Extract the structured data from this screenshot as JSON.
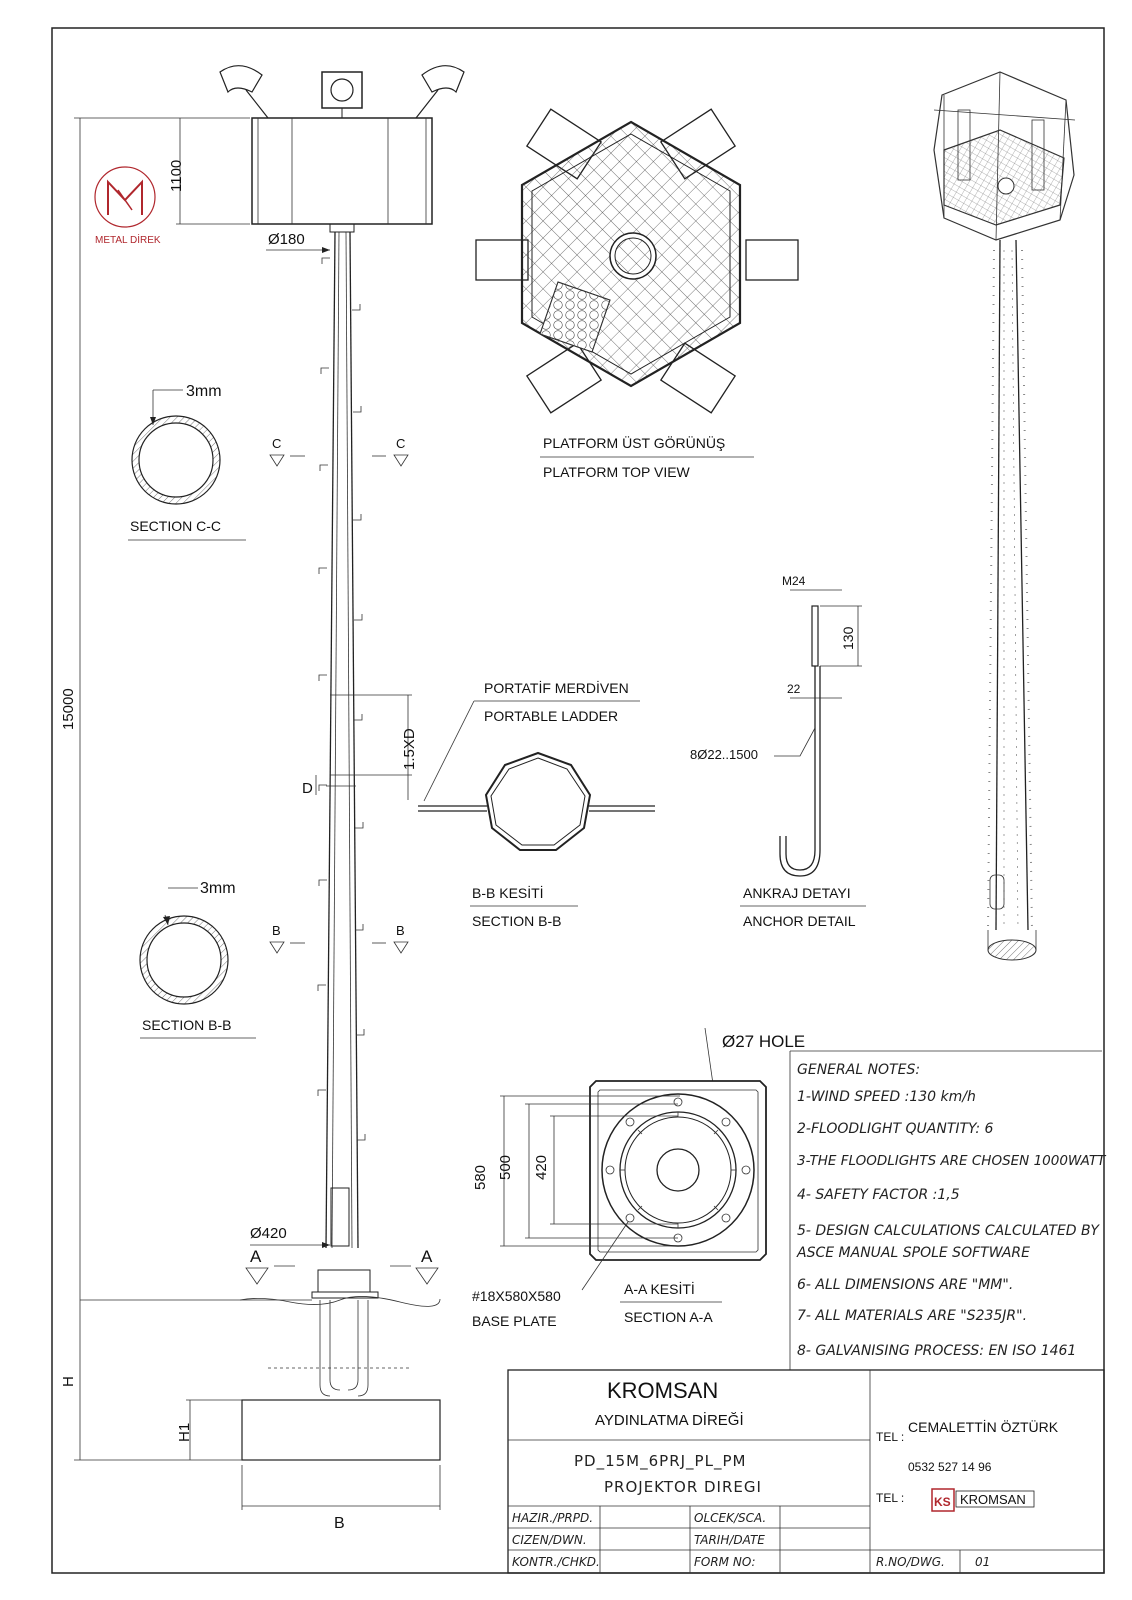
{
  "logo": {
    "text": "METAL DİREK",
    "color": "#b0272d"
  },
  "pole": {
    "height": "15000",
    "platform_height": "1100",
    "top_diameter": "Ø180",
    "base_diameter": "Ø420",
    "ladder_spacing": "1.5XD",
    "d_label": "D",
    "h_label": "H",
    "h1_label": "H1",
    "b_label": "B",
    "section_c_mark": "C",
    "section_b_mark": "B",
    "section_a_mark": "A"
  },
  "section_cc": {
    "thickness": "3mm",
    "title": "SECTION C-C"
  },
  "section_bb": {
    "thickness": "3mm",
    "title": "SECTION B-B"
  },
  "platform": {
    "title_tr": "PLATFORM ÜST GÖRÜNÜŞ",
    "title_en": "PLATFORM TOP VIEW"
  },
  "ladder": {
    "title_tr": "PORTATİF MERDİVEN",
    "title_en": "PORTABLE LADDER"
  },
  "bb_cut": {
    "title_tr": "B-B KESİTİ",
    "title_en": "SECTION B-B"
  },
  "anchor": {
    "thread": "M24",
    "thread_length": "130",
    "rod_diameter": "22",
    "spec": "8Ø22..1500",
    "title_tr": "ANKRAJ DETAYI",
    "title_en": "ANCHOR DETAIL"
  },
  "base_plate": {
    "hole": "Ø27 HOLE",
    "dim_580": "580",
    "dim_500": "500",
    "dim_420": "420",
    "plate_spec": "#18X580X580",
    "plate_label": "BASE PLATE",
    "title_tr": "A-A KESİTİ",
    "title_en": "SECTION A-A"
  },
  "notes": {
    "title": "GENERAL NOTES:",
    "items": [
      "1-WIND SPEED :130 km/h",
      "2-FLOODLIGHT QUANTITY: 6",
      "3-THE FLOODLIGHTS ARE CHOSEN 1000WATT",
      "4- SAFETY FACTOR :1,5",
      "5- DESIGN CALCULATIONS CALCULATED BY",
      "ASCE MANUAL SPOLE SOFTWARE",
      "6- ALL DIMENSIONS ARE \"MM\".",
      "7- ALL MATERIALS ARE \"S235JR\".",
      "8- GALVANISING PROCESS: EN ISO 1461"
    ]
  },
  "title_block": {
    "company": "KROMSAN",
    "product": "AYDINLATMA DİREĞİ",
    "code": "PD_15M_6PRJ_PL_PM",
    "description": "PROJEKTOR DIREGI",
    "prepared": "HAZIR./PRPD.",
    "drawn": "CIZEN/DWN.",
    "checked": "KONTR./CHKD.",
    "scale": "OLCEK/SCA.",
    "date": "TARIH/DATE",
    "form_no": "FORM NO:",
    "dwg_no_label": "R.NO/DWG.",
    "dwg_no": "01",
    "contact_name": "CEMALETTİN ÖZTÜRK",
    "tel_label": "TEL :",
    "phone": "0532 527 14 96",
    "brand_mark": "KS",
    "brand": "KROMSAN"
  }
}
